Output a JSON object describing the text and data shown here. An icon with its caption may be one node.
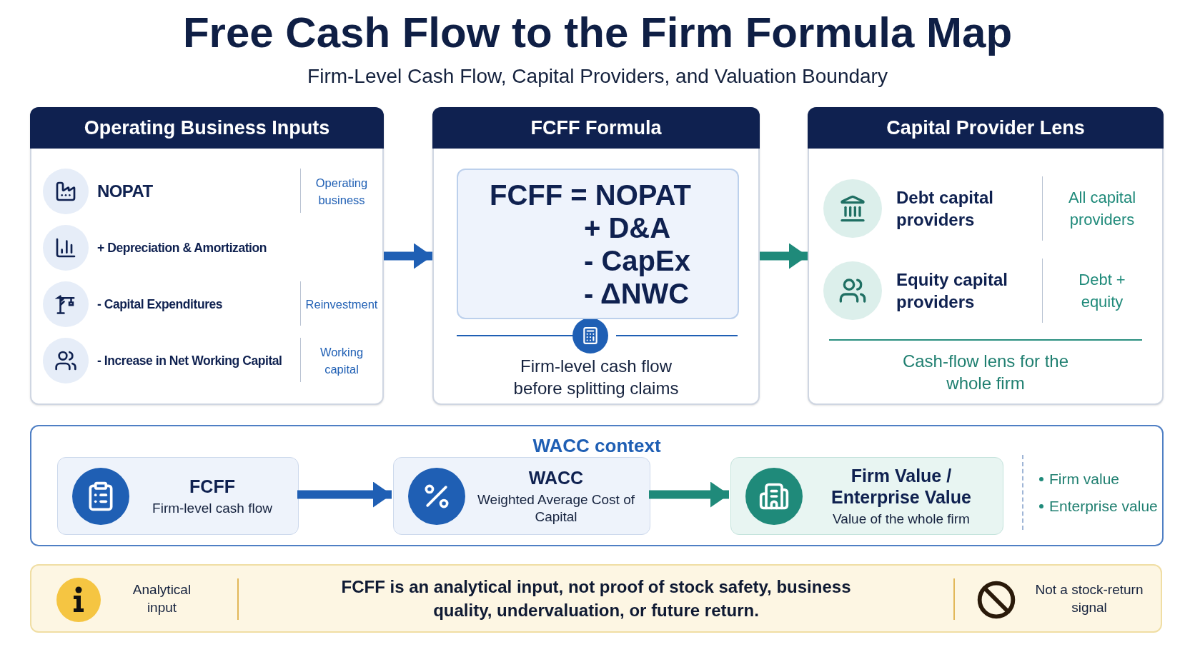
{
  "diagram": {
    "title": "Free Cash Flow to the Firm Formula Map",
    "nodes": [
      {
        "text": [
          "Operating Business Inputs"
        ]
      },
      {
        "text": [
          "NOPAT"
        ],
        "in": 0,
        "beside": [
          "Operating business"
        ]
      },
      {
        "text": [
          "+ Depreciation & Amortization"
        ],
        "in": 0
      },
      {
        "text": [
          "- Capital Expenditures"
        ],
        "in": 0,
        "beside": [
          "Reinvestment"
        ]
      },
      {
        "text": [
          "- Increase in Net Working Capital"
        ],
        "in": 0,
        "beside": [
          "Working capital"
        ]
      },
      {
        "text": [
          "FCFF Formula",
          "Firm-level cash flow before splitting claims"
        ]
      },
      {
        "text": [
          "FCFF = NOPAT",
          "+ D&A",
          "- CapEx",
          "- ΔNWC"
        ],
        "in": 5
      },
      {
        "text": [
          "Capital Provider Lens",
          "Cash-flow lens for the whole firm"
        ]
      },
      {
        "text": [
          "Debt capital providers"
        ],
        "in": 7,
        "beside": [
          "All capital providers"
        ]
      },
      {
        "text": [
          "Equity capital providers"
        ],
        "in": 7,
        "beside": [
          "Debt + equity"
        ]
      },
      {
        "text": [
          "WACC context"
        ]
      },
      {
        "text": [
          "FCFF",
          "Firm-level cash flow"
        ],
        "in": 10
      },
      {
        "text": [
          "WACC",
          "Weighted Average Cost of Capital"
        ],
        "in": 10
      },
      {
        "text": [
          "Firm Value / Enterprise Value",
          "Value of the whole firm"
        ],
        "in": 10
      },
      {
        "text": [
          "FCFF is an analytical input, not proof of stock safety, business quality, undervaluation, or future return."
        ]
      }
    ],
    "edges": [
      {
        "from": 0,
        "to": 5,
        "arrow": "to",
        "color": "#1f5fb4"
      },
      {
        "from": 5,
        "to": 7,
        "arrow": "to",
        "color": "#1f8a7a"
      },
      {
        "from": 11,
        "to": 12,
        "arrow": "to",
        "color": "#1f5fb4"
      },
      {
        "from": 12,
        "to": 13,
        "arrow": "to",
        "color": "#1f8a7a"
      }
    ],
    "labels": [
      "Firm-Level Cash Flow, Capital Providers, and Valuation Boundary",
      "Firm value",
      "Enterprise value",
      "Analytical input",
      "Not a stock-return signal"
    ]
  }
}
